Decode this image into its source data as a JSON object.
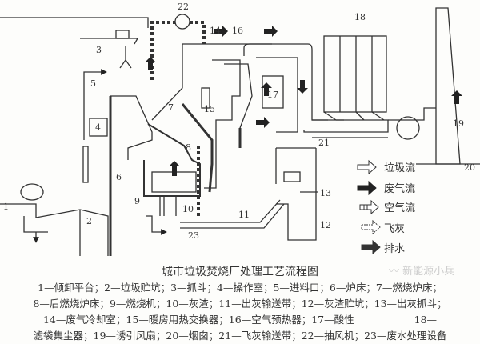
{
  "title": "城市垃圾焚烧厂处理工艺流程图",
  "legend_lines": [
    "1—倾卸平台；2—垃圾贮坑；3—抓斗；4—操作室；5—进料口；6—炉床；7—燃烧炉床；",
    "8—后燃烧炉床；9—燃烧机；10—灰渣；11—出灰输送带；12—灰渣贮坑；13—出灰抓斗；",
    "14—废气冷却室；15—暖房用热交换器；16—空气预热器；17—酸性　　　　　　18—",
    "滤袋集尘器；19—诱引风扇；20—烟囱；21—飞灰输送带；22—抽风机；23—废水处理设备"
  ],
  "numbers": [
    "1",
    "2",
    "3",
    "4",
    "5",
    "6",
    "7",
    "8",
    "9",
    "10",
    "11",
    "12",
    "13",
    "14",
    "15",
    "16",
    "17",
    "18",
    "19",
    "20",
    "21",
    "22",
    "23"
  ],
  "flow_legend": [
    {
      "icon": "hollow-arrow",
      "label": "垃圾流"
    },
    {
      "icon": "solid-arrow",
      "label": "废气流"
    },
    {
      "icon": "striped-arrow",
      "label": "空气流"
    },
    {
      "icon": "dotted-arrow",
      "label": "飞灰"
    },
    {
      "icon": "dashed-arrow",
      "label": "排水"
    }
  ],
  "watermark": {
    "logo_text": "新能源小兵"
  }
}
